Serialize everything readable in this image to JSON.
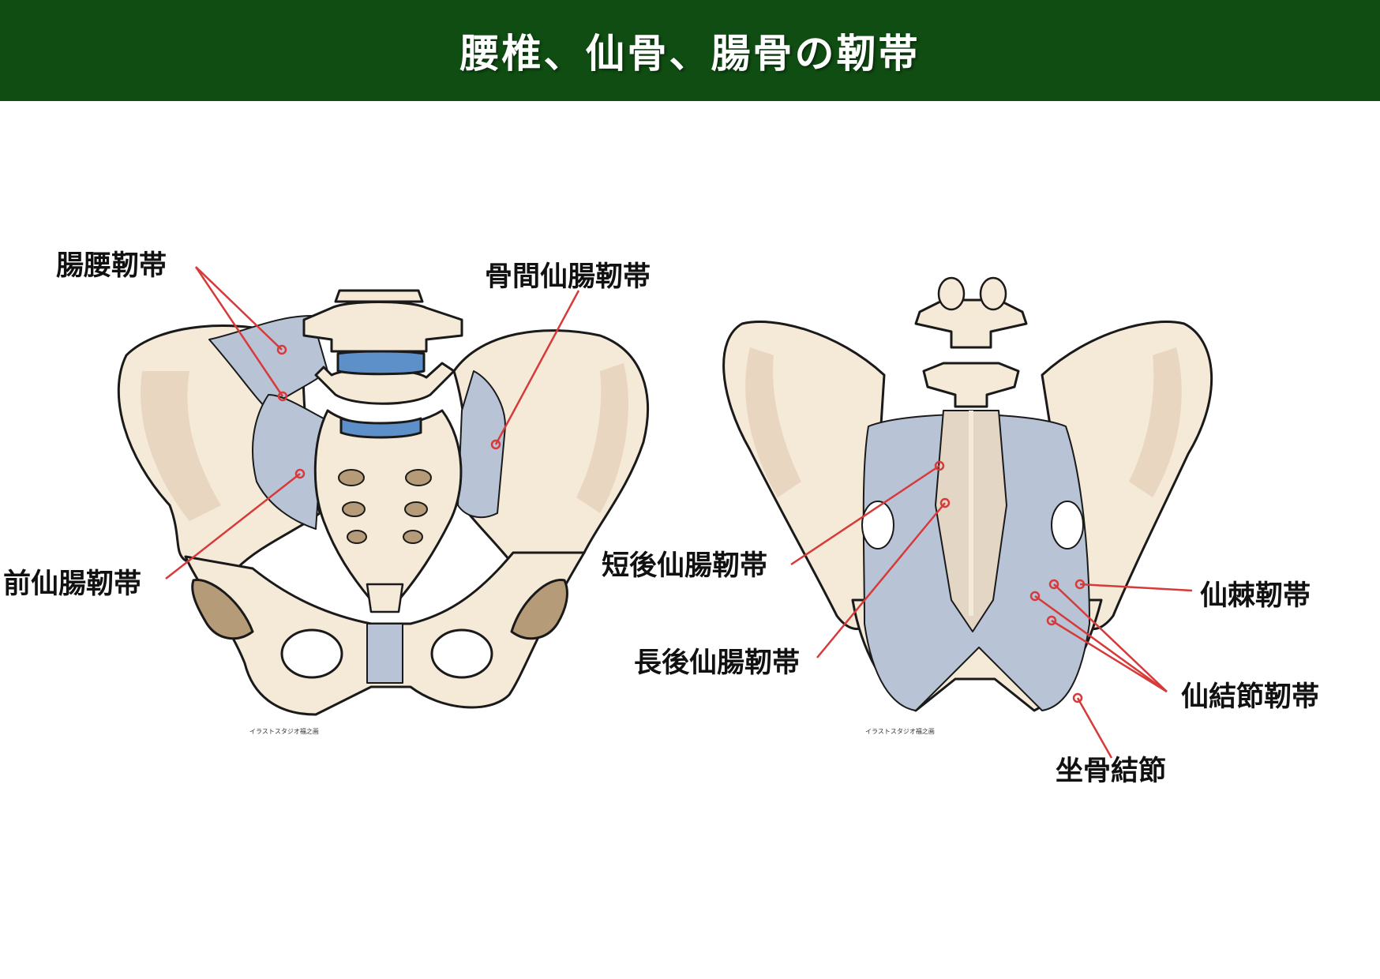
{
  "title": "腰椎、仙骨、腸骨の靭帯",
  "colors": {
    "banner": "#0f4d12",
    "bone": "#f5e9d8",
    "bone_outline": "#1a1a1a",
    "ligament": "#b8c4d6",
    "disc": "#5d8fc8",
    "pointer_line": "#d63a3a"
  },
  "front_view": {
    "labels": {
      "iliolumbar": "腸腰靭帯",
      "interosseous_sacroiliac": "骨間仙腸靭帯",
      "anterior_sacroiliac": "前仙腸靭帯"
    },
    "credit": "イラストスタジオ福之画"
  },
  "back_view": {
    "labels": {
      "short_posterior_sacroiliac": "短後仙腸靭帯",
      "long_posterior_sacroiliac": "長後仙腸靭帯",
      "sacrospinous": "仙棘靭帯",
      "sacrotuberous": "仙結節靭帯",
      "ischial_tuberosity": "坐骨結節"
    },
    "credit": "イラストスタジオ福之画"
  }
}
